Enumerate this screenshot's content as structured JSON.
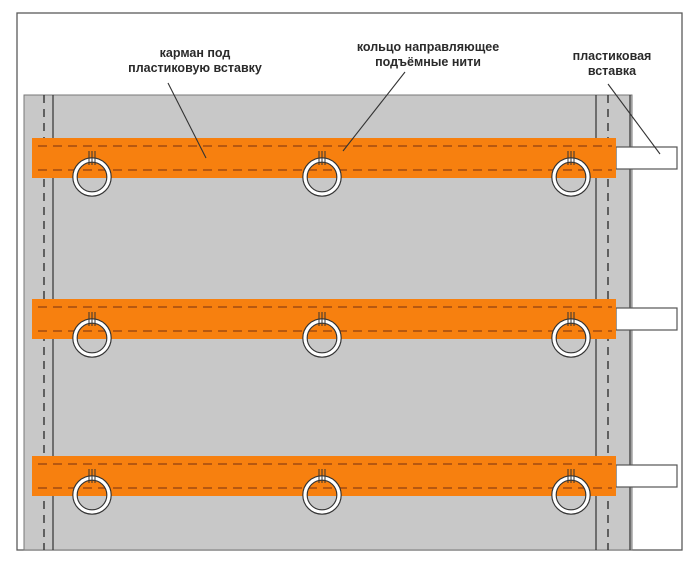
{
  "diagram": {
    "title": "Roman blind construction with plastic inserts",
    "colors": {
      "fabric": "#c8c8c8",
      "pocket": "#f7800f",
      "pocket_stitch": "#a24a10",
      "outline": "#3a3a3a",
      "insert": "#ffffff",
      "ring": "#ffffff"
    },
    "labels": [
      {
        "id": "pocket",
        "lines": [
          "карман под",
          "пластиковую вставку"
        ]
      },
      {
        "id": "ring",
        "lines": [
          "кольцо направляющее",
          "подъёмные нити"
        ]
      },
      {
        "id": "insert",
        "lines": [
          "пластиковая",
          "вставка"
        ]
      }
    ],
    "pockets": [
      {
        "name": "pocket-top",
        "rings": 3
      },
      {
        "name": "pocket-middle",
        "rings": 3
      },
      {
        "name": "pocket-bottom",
        "rings": 3
      }
    ]
  }
}
